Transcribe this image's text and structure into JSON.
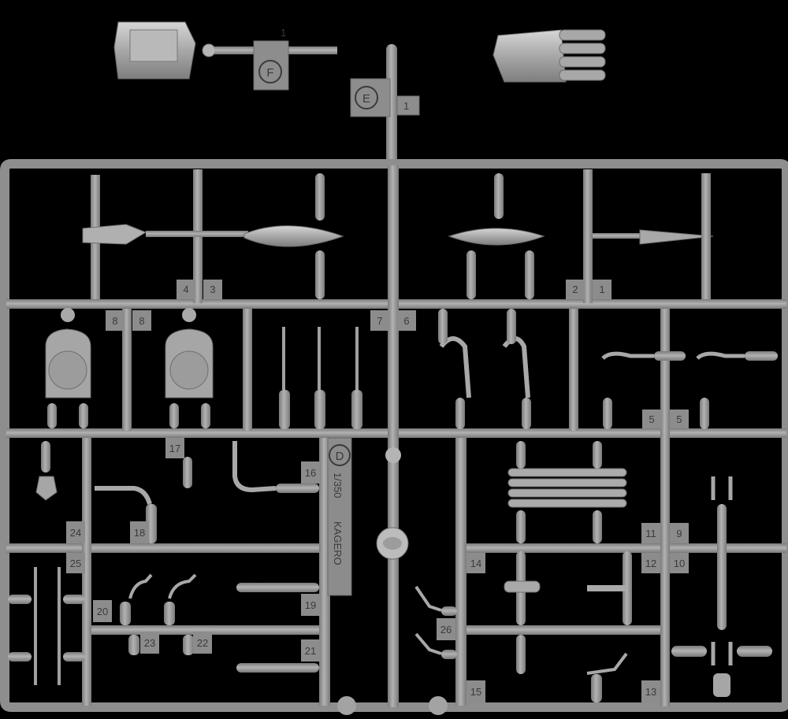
{
  "sprue": {
    "letter": "D",
    "scale": "1/350",
    "kit_name": "KAGERO",
    "small_sprue_letters": [
      "E",
      "F"
    ],
    "small_sprue_part_numbers": [
      "1",
      "1"
    ],
    "part_numbers": [
      "1",
      "2",
      "3",
      "4",
      "5",
      "5",
      "6",
      "7",
      "8",
      "8",
      "9",
      "10",
      "11",
      "12",
      "13",
      "14",
      "15",
      "16",
      "17",
      "18",
      "19",
      "20",
      "21",
      "22",
      "23",
      "24",
      "25",
      "26"
    ]
  },
  "colors": {
    "background": "#000000",
    "plastic": "#9a9a9a",
    "plastic_shadow": "#7c7c7c",
    "plastic_highlight": "#c9c9c9"
  }
}
